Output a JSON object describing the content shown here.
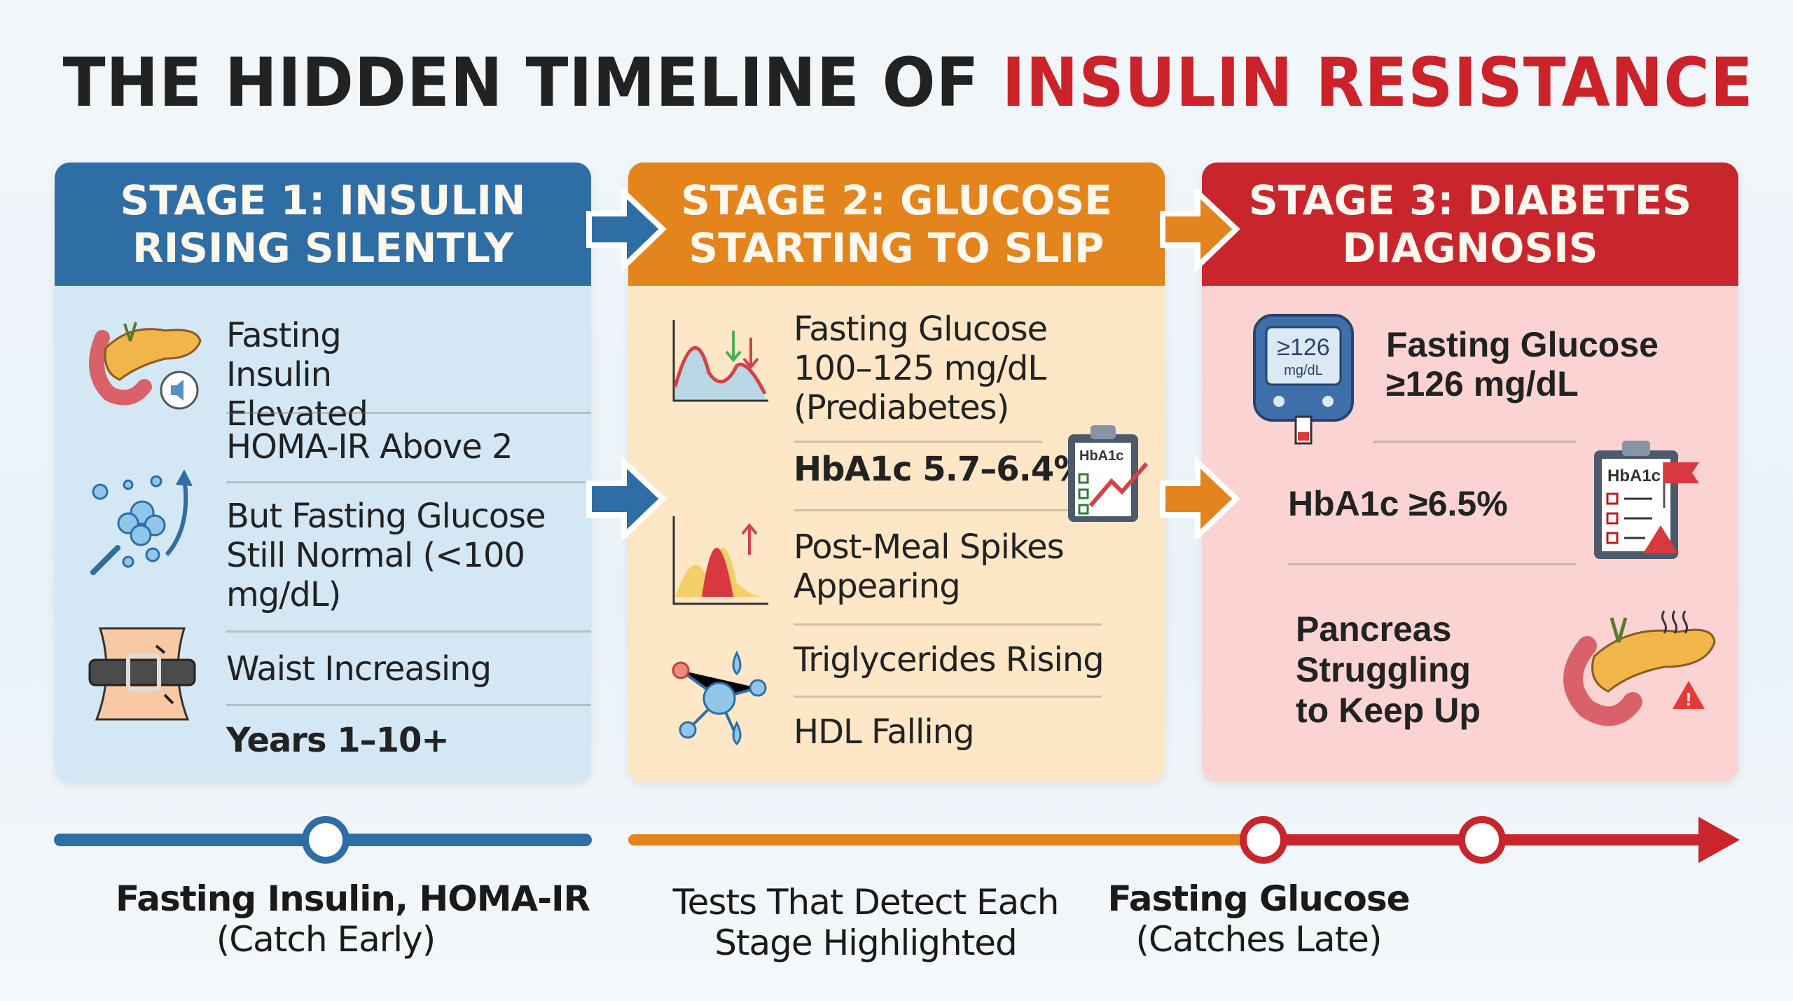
{
  "title": {
    "part1": "THE HIDDEN TIMELINE OF",
    "part2": "INSULIN RESISTANCE"
  },
  "colors": {
    "stage1": "#2f6ea5",
    "stage2": "#e3841c",
    "stage3": "#c8262c",
    "title_accent": "#cc2229"
  },
  "stages": [
    {
      "header": "STAGE 1: INSULIN RISING SILENTLY",
      "items": [
        "Fasting Insulin Elevated",
        "HOMA-IR Above 2",
        "But Fasting Glucose Still Normal (<100 mg/dL)",
        "Waist Increasing",
        "Years 1–10+"
      ],
      "icons": [
        "pancreas-icon",
        "cells-arrow-icon",
        "belt-waist-icon"
      ]
    },
    {
      "header": "STAGE 2: GLUCOSE STARTING TO SLIP",
      "items": [
        "Fasting Glucose 100–125 mg/dL (Prediabetes)",
        "HbA1c 5.7–6.4%",
        "Post-Meal Spikes Appearing",
        "Triglycerides Rising",
        "HDL Falling"
      ],
      "icons": [
        "glucose-chart-icon",
        "hba1c-clipboard-icon",
        "spike-chart-icon",
        "molecule-icon"
      ],
      "clipboard_label": "HbA1c"
    },
    {
      "header": "STAGE 3: DIABETES DIAGNOSIS",
      "items": [
        "Fasting Glucose ≥126 mg/dL",
        "HbA1c ≥6.5%",
        "Pancreas Struggling to Keep Up"
      ],
      "icons": [
        "glucose-meter-icon",
        "hba1c-clipboard-flag-icon",
        "pancreas-warning-icon"
      ],
      "meter_value": "≥126",
      "meter_unit": "mg/dL",
      "clipboard_label": "HbA1c"
    }
  ],
  "timeline": {
    "left_label": {
      "bold": "Fasting Insulin, HOMA-IR",
      "sub": "(Catch Early)"
    },
    "middle_label": {
      "line1": "Tests That Detect Each",
      "line2": "Stage Highlighted"
    },
    "right_label": {
      "bold": "Fasting Glucose",
      "sub": "(Catches Late)"
    }
  }
}
